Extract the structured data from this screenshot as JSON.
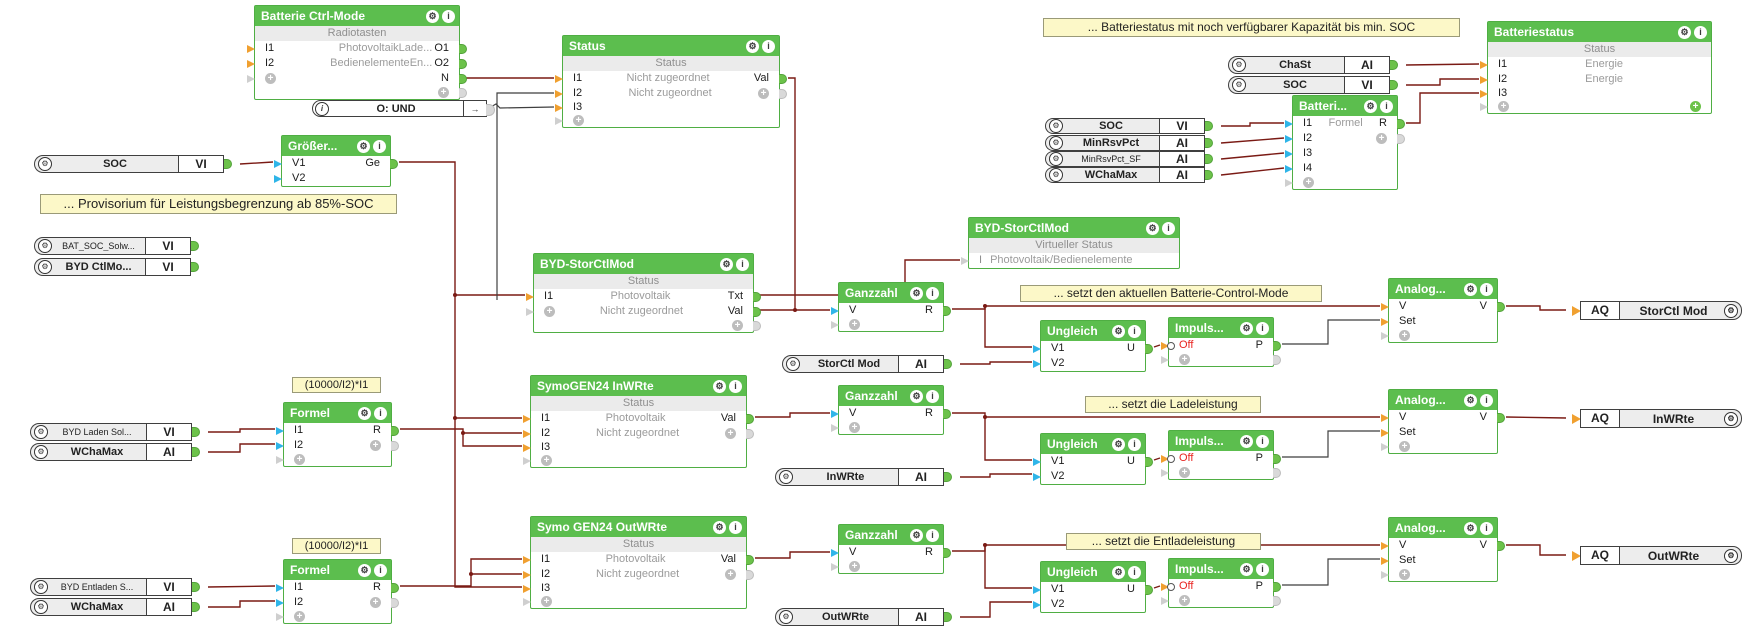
{
  "icons": {
    "gear": "⚙",
    "info": "i",
    "flag": "→"
  },
  "colors": {
    "header_green": "#5cbe4e",
    "block_border": "#4fae43",
    "wire_red": "#7a1a14",
    "wire_dark": "#3f3f3f",
    "note_bg": "#fcf8c8",
    "off_red": "#e8231f",
    "conn_orange": "#f0a030",
    "conn_blue": "#2fb5e8",
    "conn_green": "#6cc24a"
  },
  "blocks": {
    "batterie_ctrl": {
      "title": "Batterie Ctrl-Mode",
      "subtitle": "Radiotasten",
      "rows": [
        {
          "in": "I1",
          "mid": "Photovoltaik",
          "mid2": "Lade...",
          "out": "O1"
        },
        {
          "in": "I2",
          "mid": "Bedienelemente",
          "mid2": "En...",
          "out": "O2"
        },
        {
          "out": "N"
        }
      ]
    },
    "und_tag": {
      "label": "O: UND"
    },
    "status": {
      "title": "Status",
      "subtitle": "Status",
      "rows": [
        {
          "in": "I1",
          "mid": "Nicht zugeordnet",
          "out": "Val"
        },
        {
          "in": "I2",
          "mid": "Nicht zugeordnet"
        },
        {
          "in": "I3"
        }
      ]
    },
    "groesser": {
      "title": "Größer...",
      "rows": [
        {
          "in": "V1",
          "out": "Ge"
        },
        {
          "in": "V2"
        }
      ]
    },
    "byd_central": {
      "title": "BYD-StorCtlMod",
      "subtitle": "Status",
      "rows": [
        {
          "in": "I1",
          "mid": "Photovoltaik",
          "out": "Txt"
        },
        {
          "mid": "Nicht zugeordnet",
          "out": "Val"
        }
      ]
    },
    "byd_virtual": {
      "title": "BYD-StorCtlMod",
      "subtitle": "Virtueller Status",
      "rows": [
        {
          "in": "I",
          "mid": "Photovoltaik/Bedienelemente"
        }
      ]
    },
    "batteriestatus": {
      "title": "Batteriestatus",
      "subtitle": "Status",
      "rows": [
        {
          "in": "I1",
          "mid": "Energie"
        },
        {
          "in": "I2",
          "mid": "Energie"
        },
        {
          "in": "I3"
        }
      ]
    },
    "batteri_formel": {
      "title": "Batteri...",
      "rows": [
        {
          "in": "I1",
          "mid": "Formel",
          "out": "R"
        },
        {
          "in": "I2"
        },
        {
          "in": "I3"
        },
        {
          "in": "I4"
        }
      ]
    },
    "formel": {
      "title": "Formel",
      "rows": [
        {
          "in": "I1",
          "out": "R"
        },
        {
          "in": "I2"
        }
      ]
    },
    "symo_in": {
      "title": "SymoGEN24 InWRte",
      "subtitle": "Status",
      "rows": [
        {
          "in": "I1",
          "mid": "Photovoltaik",
          "out": "Val"
        },
        {
          "in": "I2",
          "mid": "Nicht zugeordnet"
        },
        {
          "in": "I3"
        }
      ]
    },
    "symo_out": {
      "title": "Symo GEN24 OutWRte",
      "subtitle": "Status",
      "rows": [
        {
          "in": "I1",
          "mid": "Photovoltaik",
          "out": "Val"
        },
        {
          "in": "I2",
          "mid": "Nicht zugeordnet"
        },
        {
          "in": "I3"
        }
      ]
    },
    "ganzzahl": {
      "title": "Ganzzahl",
      "rows": [
        {
          "in": "V",
          "out": "R"
        }
      ]
    },
    "ungleich": {
      "title": "Ungleich",
      "rows": [
        {
          "in": "V1",
          "out": "U"
        },
        {
          "in": "V2"
        }
      ]
    },
    "impuls": {
      "title": "Impuls...",
      "rows": [
        {
          "in": "Off",
          "out": "P"
        }
      ]
    },
    "analog": {
      "title": "Analog...",
      "rows": [
        {
          "in": "V",
          "out": "V"
        },
        {
          "in": "Set"
        }
      ]
    }
  },
  "pills": {
    "soc_left": {
      "label": "SOC",
      "type": "VI"
    },
    "bat_soc": {
      "label": "BAT_SOC_Solw...",
      "type": "VI"
    },
    "byd_ctlmo": {
      "label": "BYD CtlMo...",
      "type": "VI"
    },
    "chast": {
      "label": "ChaSt",
      "type": "AI"
    },
    "soc_tr": {
      "label": "SOC",
      "type": "VI"
    },
    "soc_formel": {
      "label": "SOC",
      "type": "VI"
    },
    "minrsvpct": {
      "label": "MinRsvPct",
      "type": "AI"
    },
    "minrsvpct_sf": {
      "label": "MinRsvPct_SF",
      "type": "AI"
    },
    "wchamax_tr": {
      "label": "WChaMax",
      "type": "AI"
    },
    "byd_laden": {
      "label": "BYD Laden Sol...",
      "type": "VI"
    },
    "wchamax_in": {
      "label": "WChaMax",
      "type": "AI"
    },
    "byd_entladen": {
      "label": "BYD Entladen S...",
      "type": "VI"
    },
    "wchamax_out": {
      "label": "WChaMax",
      "type": "AI"
    },
    "storctl_mod": {
      "label": "StorCtl Mod",
      "type": "AI"
    },
    "inwrte": {
      "label": "InWRte",
      "type": "AI"
    },
    "outwrte": {
      "label": "OutWRte",
      "type": "AI"
    }
  },
  "aq": {
    "port": "AQ",
    "items": [
      {
        "label": "StorCtl Mod"
      },
      {
        "label": "InWRte"
      },
      {
        "label": "OutWRte"
      }
    ]
  },
  "notes": {
    "batteriestatus": "... Batteriestatus mit noch verfügbarer Kapazität bis min. SOC",
    "provisorium": "... Provisorium für Leistungsbegrenzung ab 85%-SOC",
    "ctrlmode": "... setzt den aktuellen Batterie-Control-Mode",
    "lade": "... setzt die Ladeleistung",
    "entlade": "... setzt die Entladeleistung",
    "formel_laden": "(10000/I2)*I1",
    "formel_entladen": "(10000/I2)*I1"
  }
}
